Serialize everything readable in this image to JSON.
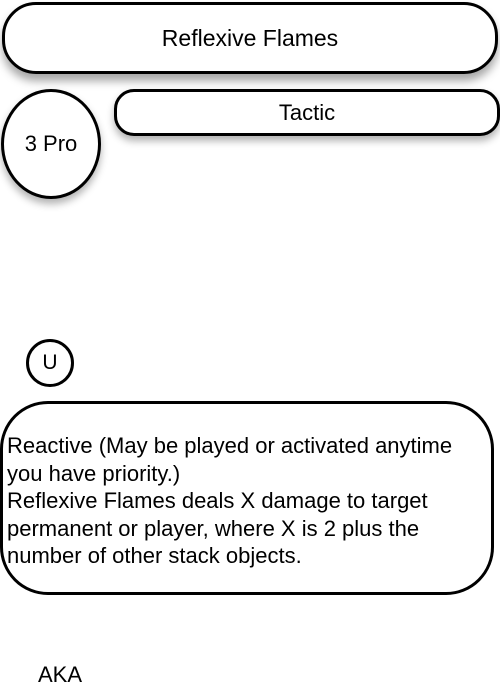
{
  "card": {
    "name": "Reflexive Flames",
    "cost": "3 Pro",
    "type": "Tactic",
    "rarity": "U",
    "rules_text": [
      "Reactive (May be played or activated anytime you have priority.)",
      "Reflexive Flames deals X damage to target permanent or player, where X is 2 plus the number of other stack objects."
    ],
    "aka_label": "AKA"
  }
}
